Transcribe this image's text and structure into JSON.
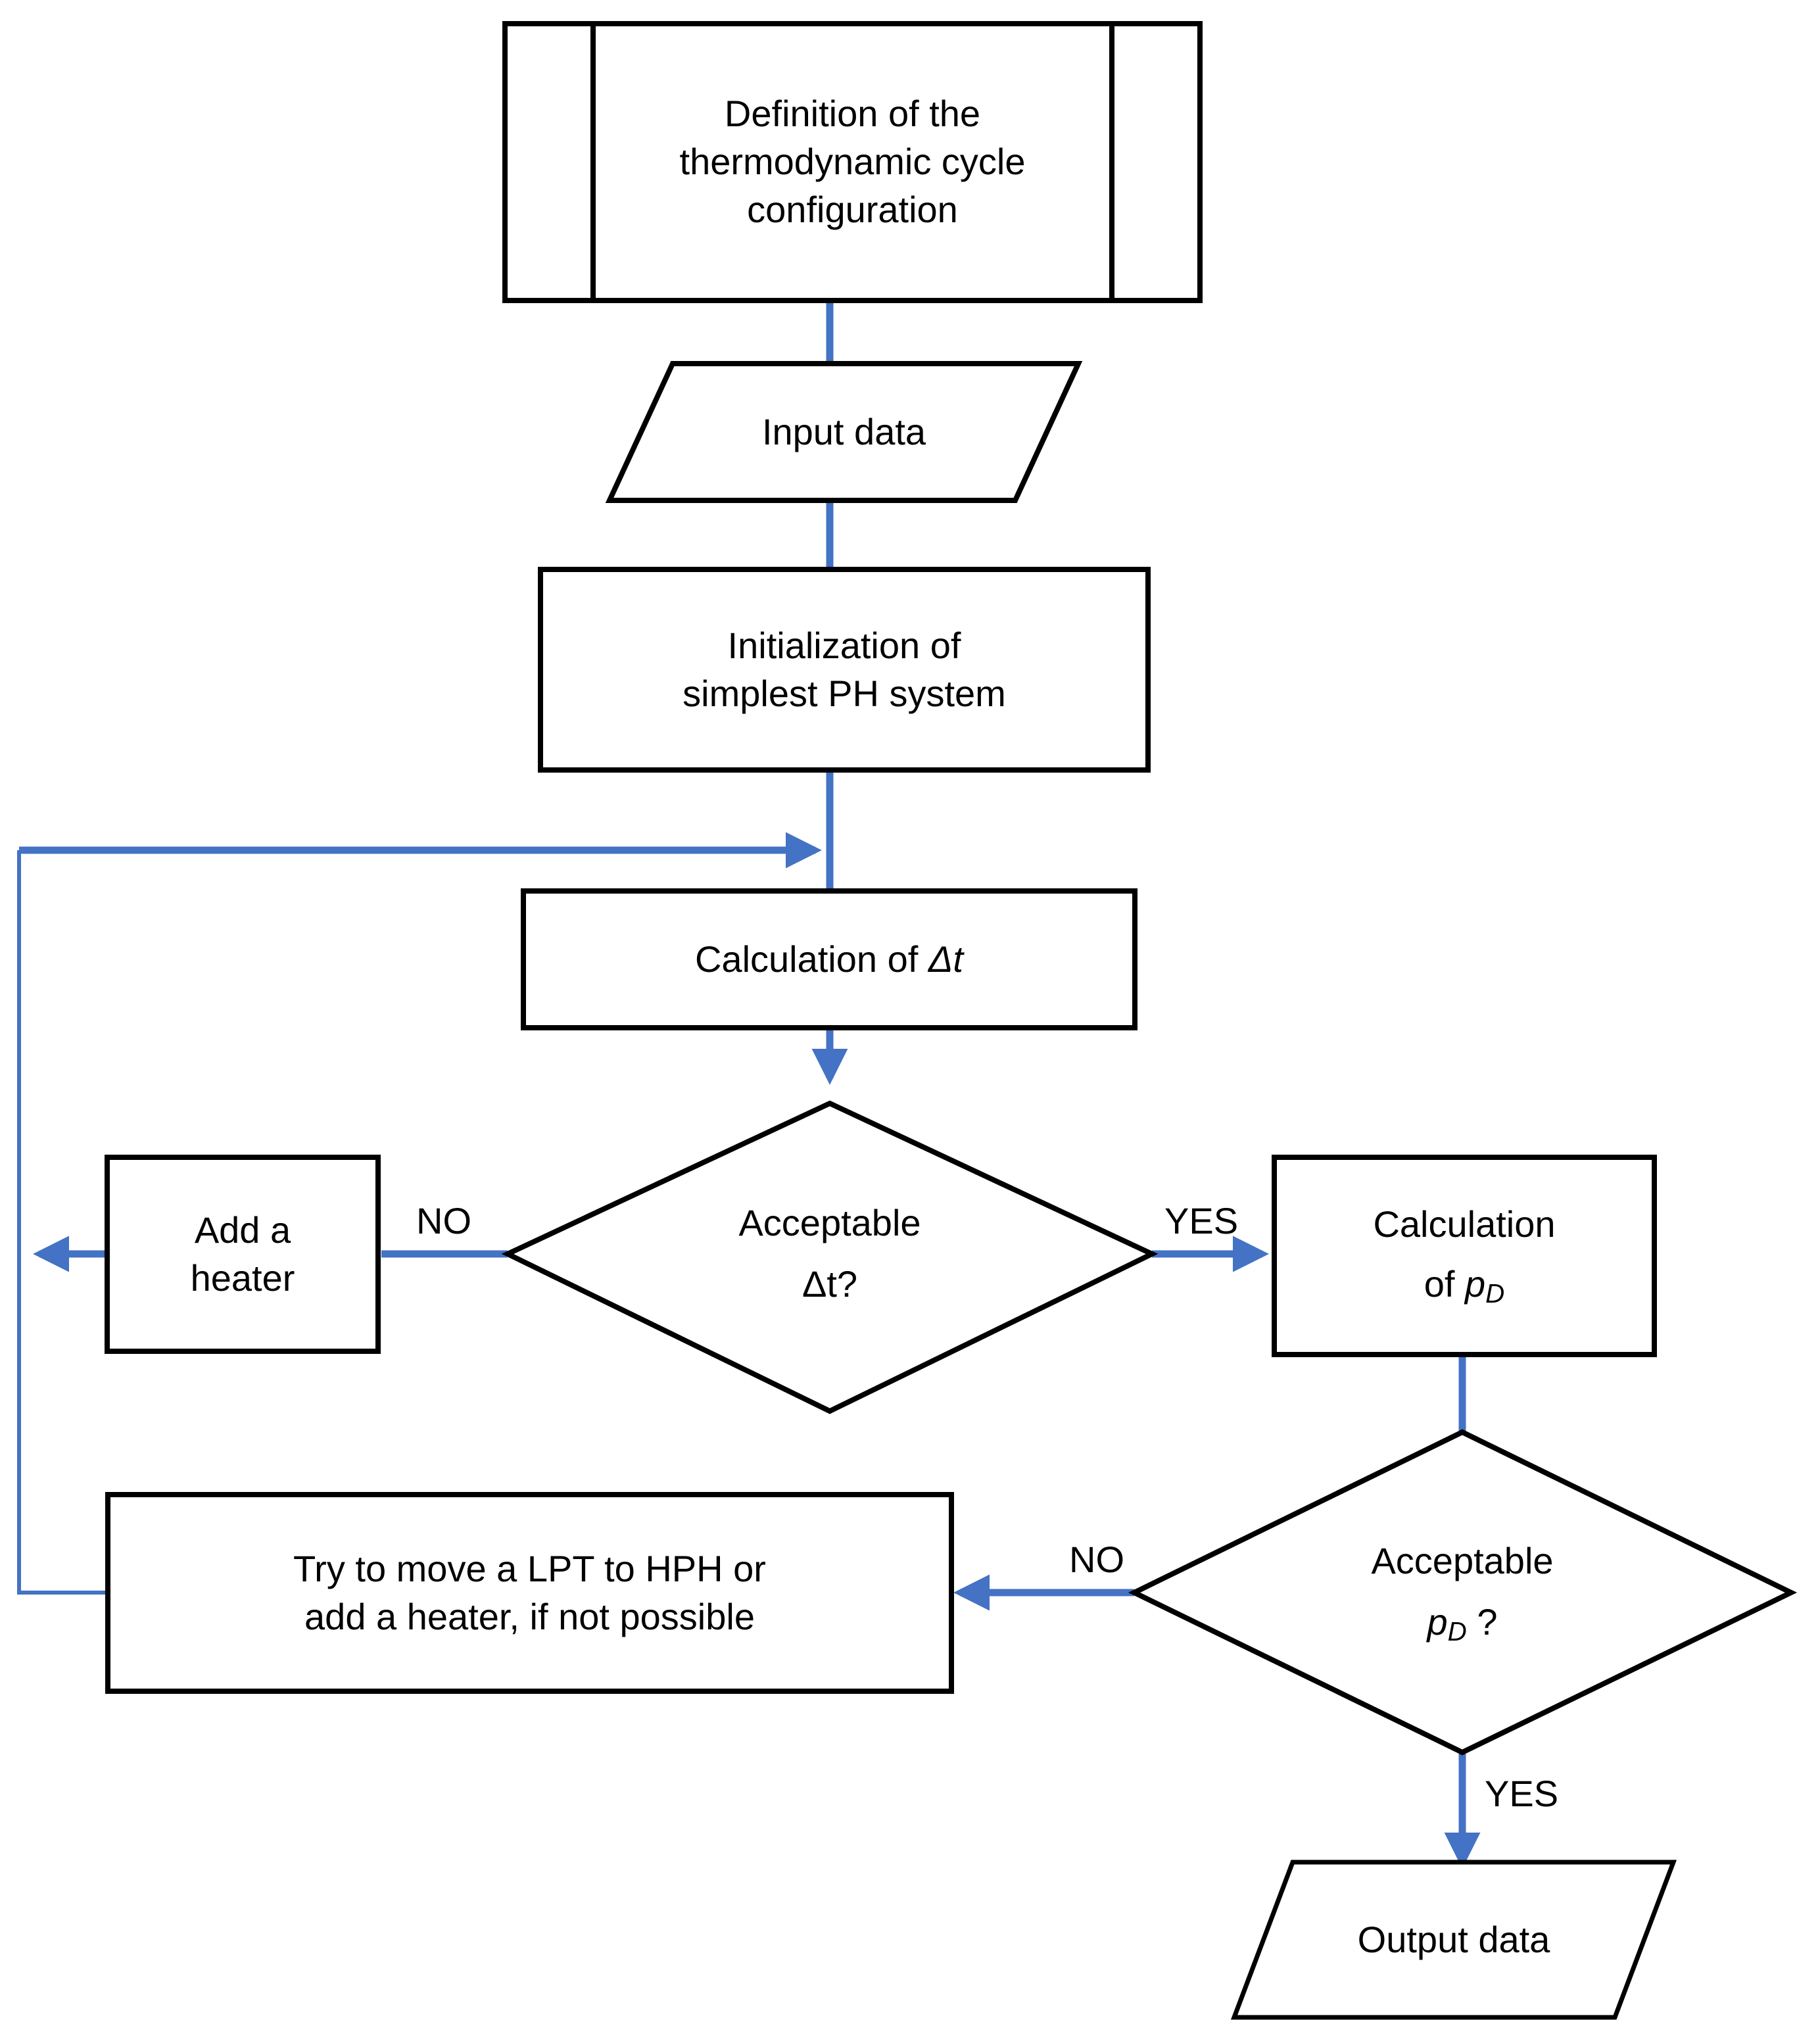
{
  "diagram": {
    "title": "Thermodynamic cycle PH system design flowchart",
    "colors": {
      "connector": "#4472C4",
      "shape_outline": "#000000",
      "shape_fill": "#FFFFFF",
      "background": "#FFFFFF"
    }
  },
  "nodes": [
    {
      "id": "definition",
      "shape": "predefined-process",
      "label": "Definition of the\nthermodynamic cycle\nconfiguration"
    },
    {
      "id": "input-data",
      "shape": "parallelogram",
      "label": "Input data"
    },
    {
      "id": "initialization",
      "shape": "rectangle",
      "label": "Initialization of\nsimplest PH system"
    },
    {
      "id": "calculation-dt",
      "shape": "rectangle",
      "label_prefix": "Calculation of ",
      "label_symbol": "Δt",
      "label": "Calculation of Δt"
    },
    {
      "id": "acceptable-dt",
      "shape": "diamond",
      "label_line1": "Acceptable",
      "label_line2": "Δt?",
      "label": "Acceptable Δt?"
    },
    {
      "id": "add-heater",
      "shape": "rectangle",
      "label": "Add a\nheater"
    },
    {
      "id": "calculation-pd",
      "shape": "rectangle",
      "label_line1": "Calculation",
      "label_line2_prefix": "of ",
      "label_line2_symbol": "p",
      "label_line2_subscript": "D",
      "label": "Calculation of pD"
    },
    {
      "id": "acceptable-pd",
      "shape": "diamond",
      "label_line1": "Acceptable",
      "label_line2_symbol": "p",
      "label_line2_subscript": "D",
      "label_line2_suffix": " ?",
      "label": "Acceptable pD ?"
    },
    {
      "id": "try-move-lpt",
      "shape": "rectangle",
      "label": "Try to move a LPT to HPH or\nadd a heater, if not possible"
    },
    {
      "id": "output-data",
      "shape": "parallelogram",
      "label": "Output data"
    }
  ],
  "edge_labels": {
    "dt_no": "NO",
    "dt_yes": "YES",
    "pd_no": "NO",
    "pd_yes": "YES"
  },
  "edges": [
    {
      "from": "definition",
      "to": "input-data",
      "label": ""
    },
    {
      "from": "input-data",
      "to": "initialization",
      "label": ""
    },
    {
      "from": "initialization",
      "to": "calculation-dt",
      "label": ""
    },
    {
      "from": "calculation-dt",
      "to": "acceptable-dt",
      "label": ""
    },
    {
      "from": "acceptable-dt",
      "to": "add-heater",
      "label": "NO"
    },
    {
      "from": "acceptable-dt",
      "to": "calculation-pd",
      "label": "YES"
    },
    {
      "from": "add-heater",
      "to": "calculation-dt",
      "label": ""
    },
    {
      "from": "calculation-pd",
      "to": "acceptable-pd",
      "label": ""
    },
    {
      "from": "acceptable-pd",
      "to": "try-move-lpt",
      "label": "NO"
    },
    {
      "from": "acceptable-pd",
      "to": "output-data",
      "label": "YES"
    },
    {
      "from": "try-move-lpt",
      "to": "calculation-dt",
      "label": ""
    }
  ]
}
